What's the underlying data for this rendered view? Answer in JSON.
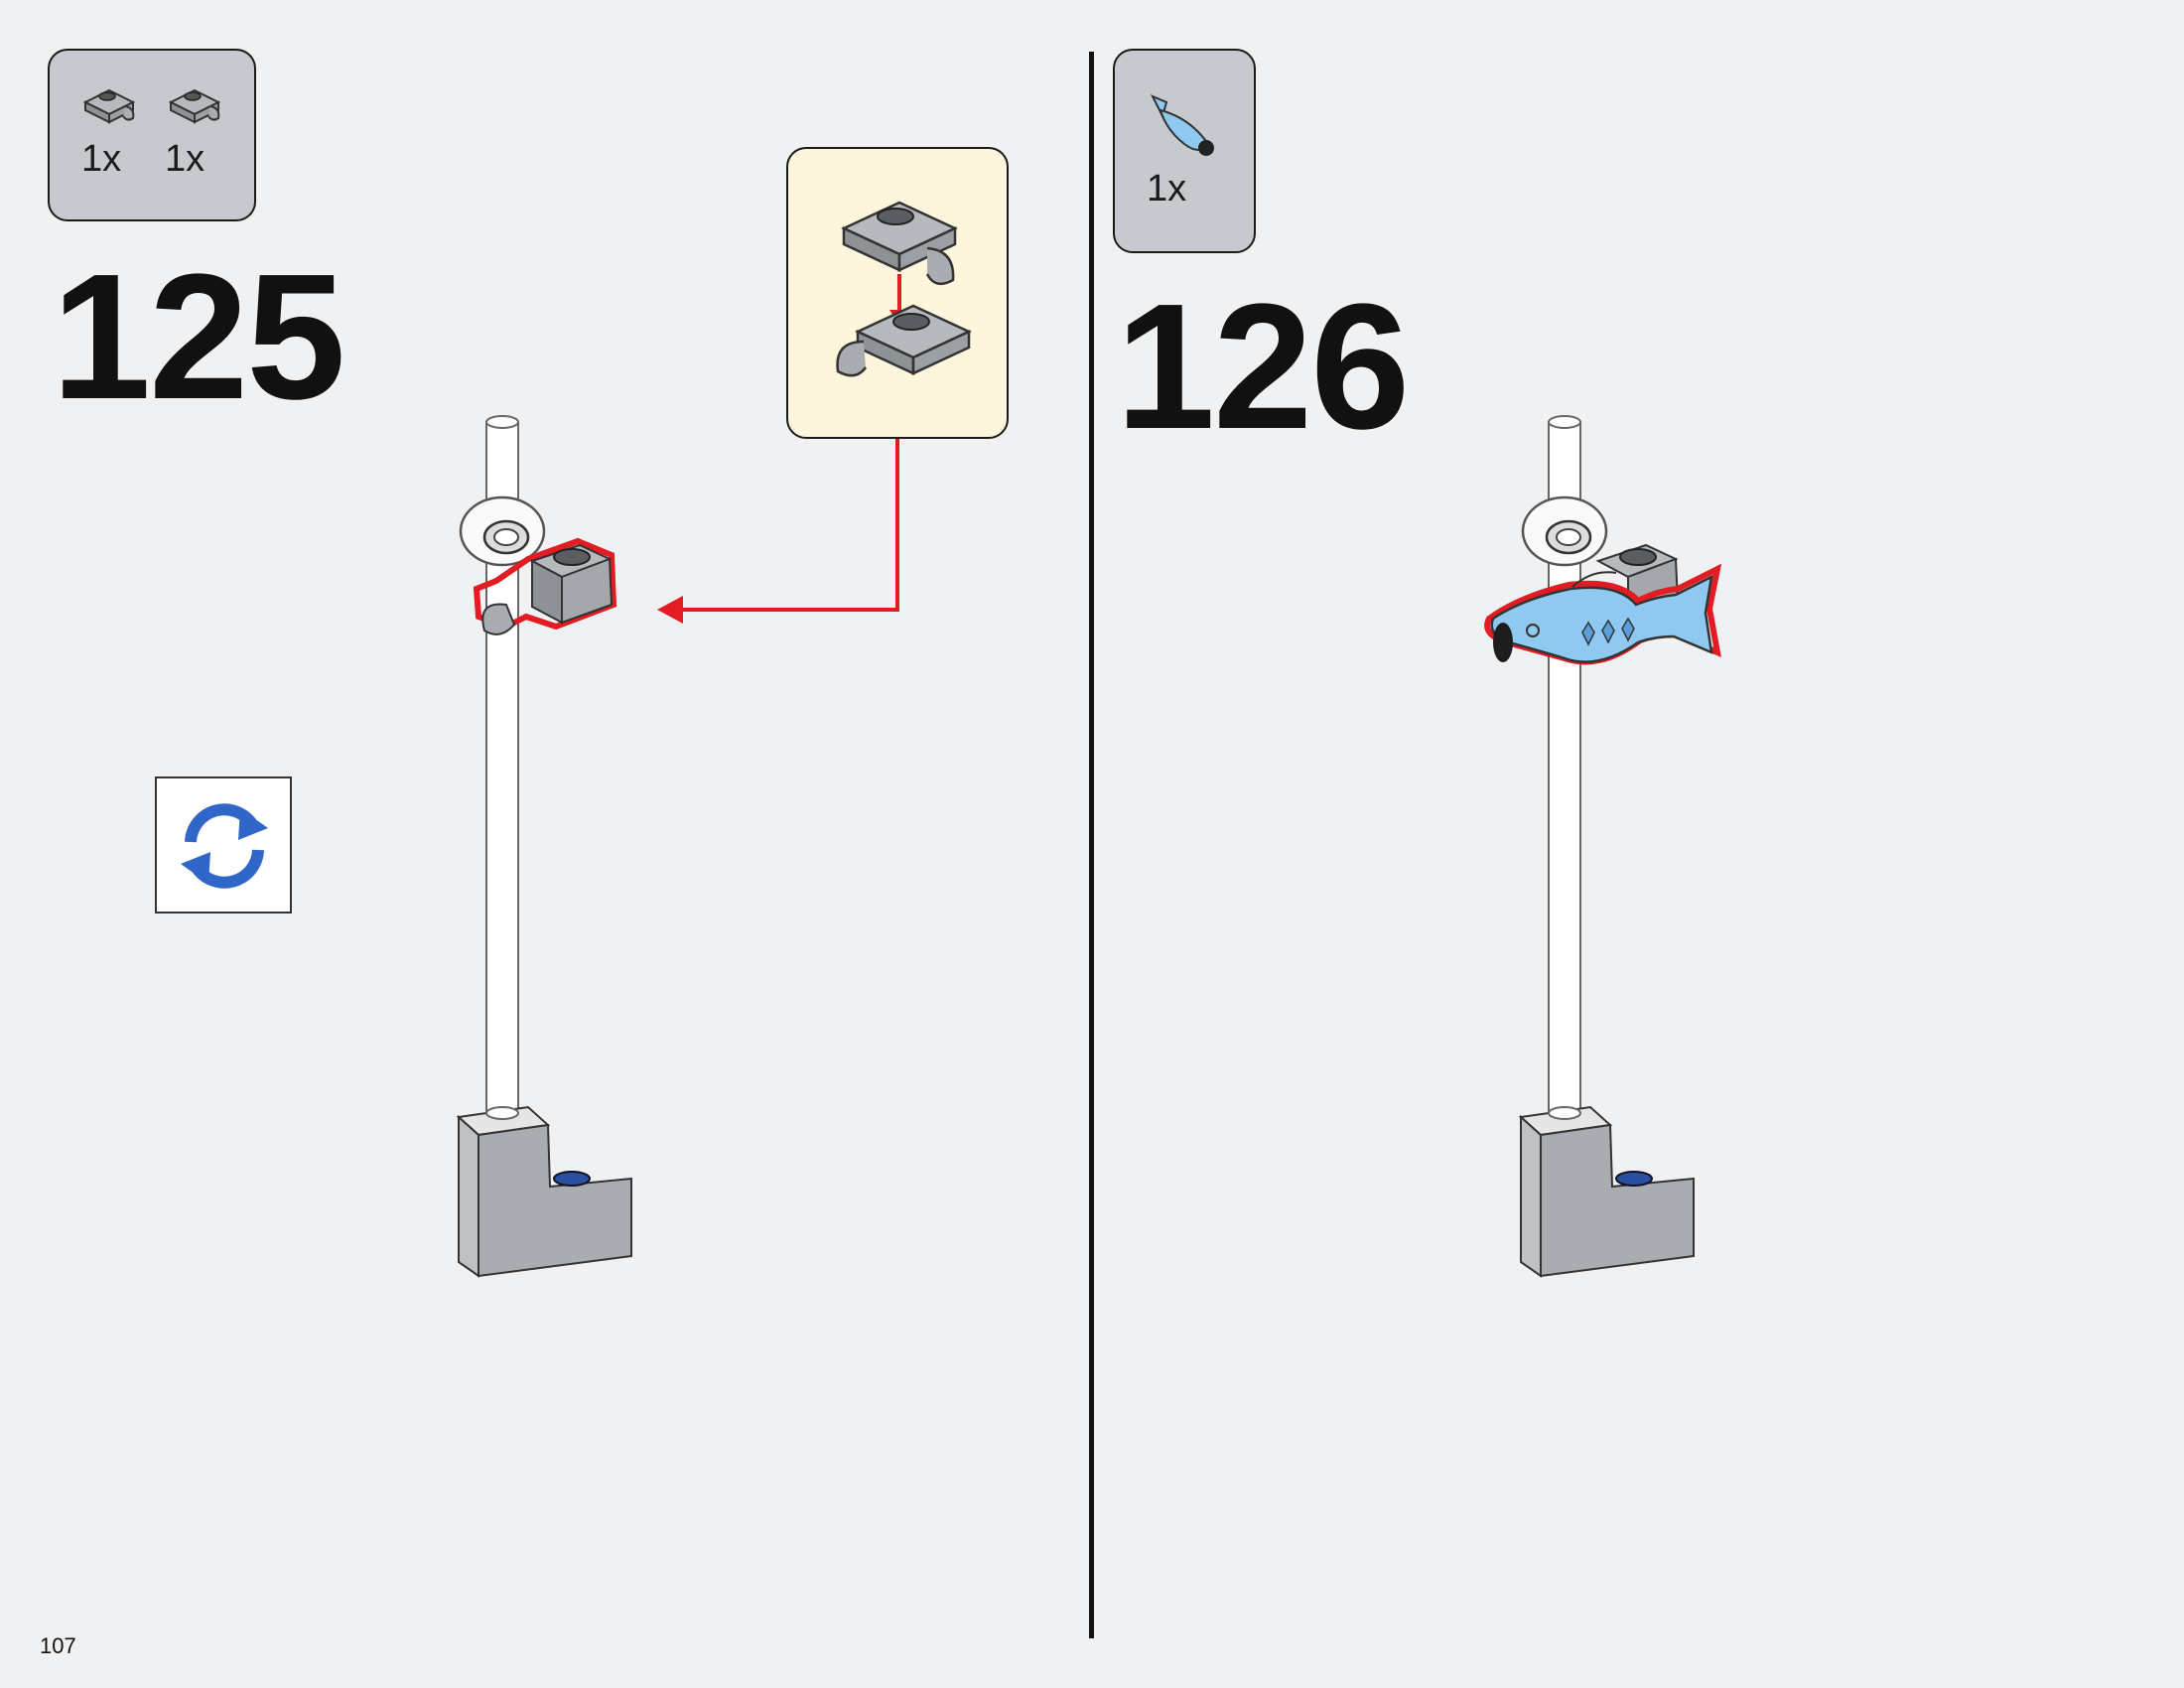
{
  "page": {
    "number": "107"
  },
  "steps": [
    {
      "number": "125",
      "parts": [
        {
          "qty": "1x"
        },
        {
          "qty": "1x"
        }
      ]
    },
    {
      "number": "126",
      "parts": [
        {
          "qty": "1x"
        }
      ]
    }
  ],
  "colors": {
    "highlight": "#e31b23",
    "part_gray": "#a5a9ad",
    "fish_blue": "#8fc8f0",
    "callout_bg": "#fdf6dd",
    "rotate_blue": "#2f66c8"
  },
  "icons": [
    "clip-plate-icon",
    "fish-icon",
    "rotate-model-icon"
  ]
}
